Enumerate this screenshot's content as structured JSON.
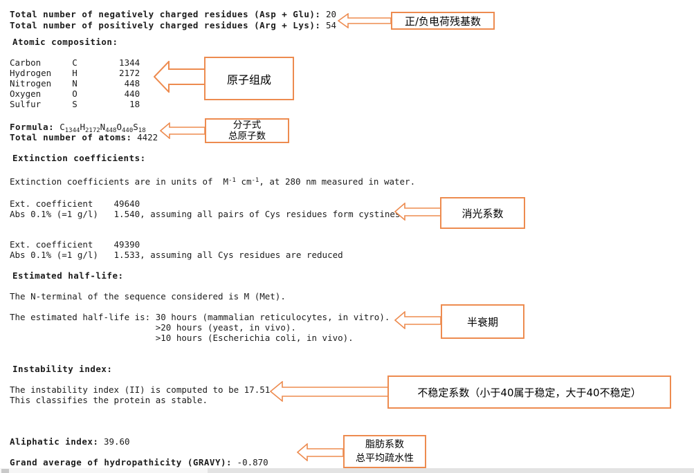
{
  "page": {
    "bg": "#ffffff",
    "accent": "#ED8B4F",
    "text_color": "#1b1b1b"
  },
  "report": {
    "charged_neg": [
      [
        "b",
        "Total number of negatively charged residues (Asp + Glu):"
      ],
      [
        "n",
        " 20"
      ]
    ],
    "charged_pos": [
      [
        "b",
        "Total number of positively charged residues (Arg + Lys):"
      ],
      [
        "n",
        " 54"
      ]
    ],
    "atomic_heading": [
      [
        "b",
        "Atomic composition:"
      ]
    ],
    "atomic_table": "Carbon      C        1344\nHydrogen    H        2172\nNitrogen    N         448\nOxygen      O         440\nSulfur      S          18",
    "formula": [
      [
        "b",
        "Formula: "
      ],
      [
        "n",
        "C"
      ],
      [
        "sub",
        "1344"
      ],
      [
        "n",
        "H"
      ],
      [
        "sub",
        "2172"
      ],
      [
        "n",
        "N"
      ],
      [
        "sub",
        "448"
      ],
      [
        "n",
        "O"
      ],
      [
        "sub",
        "440"
      ],
      [
        "n",
        "S"
      ],
      [
        "sub",
        "18"
      ]
    ],
    "total_atoms": [
      [
        "b",
        "Total number of atoms:"
      ],
      [
        "n",
        " 4422"
      ]
    ],
    "ext_heading": [
      [
        "b",
        "Extinction coefficients:"
      ]
    ],
    "ext_units": [
      [
        "n",
        "Extinction coefficients are in units of  M"
      ],
      [
        "sup",
        "-1"
      ],
      [
        "n",
        " cm"
      ],
      [
        "sup",
        "-1"
      ],
      [
        "n",
        ", at 280 nm measured in water."
      ]
    ],
    "ext_block1": "Ext. coefficient    49640\nAbs 0.1% (=1 g/l)   1.540, assuming all pairs of Cys residues form cystines",
    "ext_block2": "Ext. coefficient    49390\nAbs 0.1% (=1 g/l)   1.533, assuming all Cys residues are reduced",
    "halflife_heading": [
      [
        "b",
        "Estimated half-life:"
      ]
    ],
    "nterminal": "The N-terminal of the sequence considered is M (Met).",
    "halflife_block": "The estimated half-life is: 30 hours (mammalian reticulocytes, in vitro).\n                            >20 hours (yeast, in vivo).\n                            >10 hours (Escherichia coli, in vivo).",
    "instability_heading": [
      [
        "b",
        "Instability index:"
      ]
    ],
    "instability_block": "The instability index (II) is computed to be 17.51\nThis classifies the protein as stable.",
    "aliphatic": [
      [
        "b",
        "Aliphatic index:"
      ],
      [
        "n",
        " 39.60"
      ]
    ],
    "gravy": [
      [
        "b",
        "Grand average of hydropathicity (GRAVY):"
      ],
      [
        "n",
        " -0.870"
      ]
    ]
  },
  "callouts": {
    "charged": "正/负电荷残基数",
    "atomic": "原子组成",
    "formula_line1": "分子式",
    "formula_line2": "总原子数",
    "extinction": "消光系数",
    "halflife": "半衰期",
    "instability": "不稳定系数（小于40属于稳定，大于40不稳定）",
    "aliphatic_line1": "脂肪系数",
    "aliphatic_line2": "总平均疏水性"
  }
}
